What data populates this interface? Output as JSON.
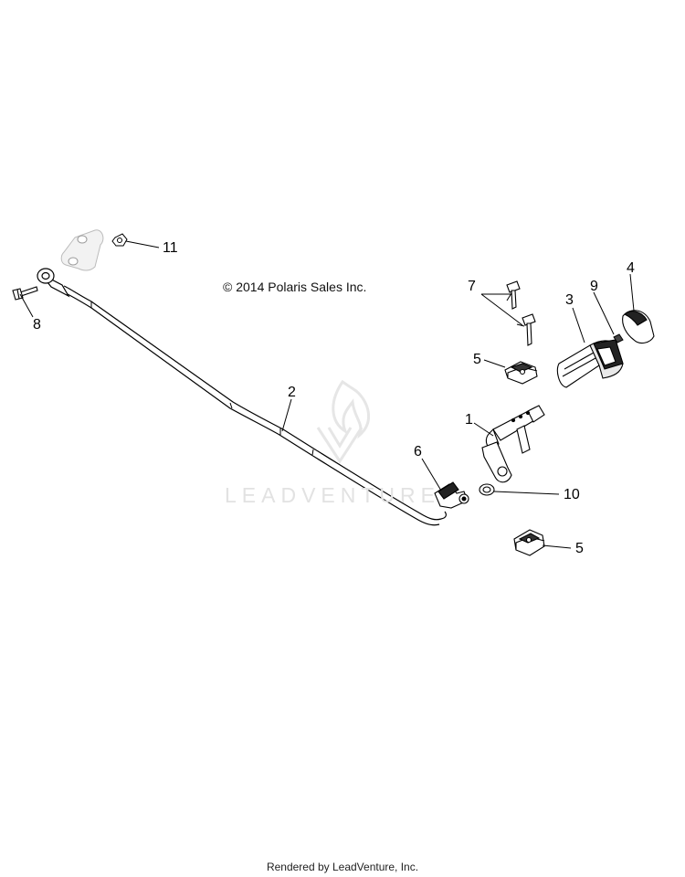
{
  "copyright": "© 2014 Polaris Sales Inc.",
  "watermark": "LEADVENTURE",
  "footer": "Rendered by LeadVenture, Inc.",
  "callouts": {
    "c1": "1",
    "c2": "2",
    "c3": "3",
    "c4": "4",
    "c5a": "5",
    "c5b": "5",
    "c6": "6",
    "c7": "7",
    "c8": "8",
    "c9": "9",
    "c10": "10",
    "c11": "11"
  }
}
